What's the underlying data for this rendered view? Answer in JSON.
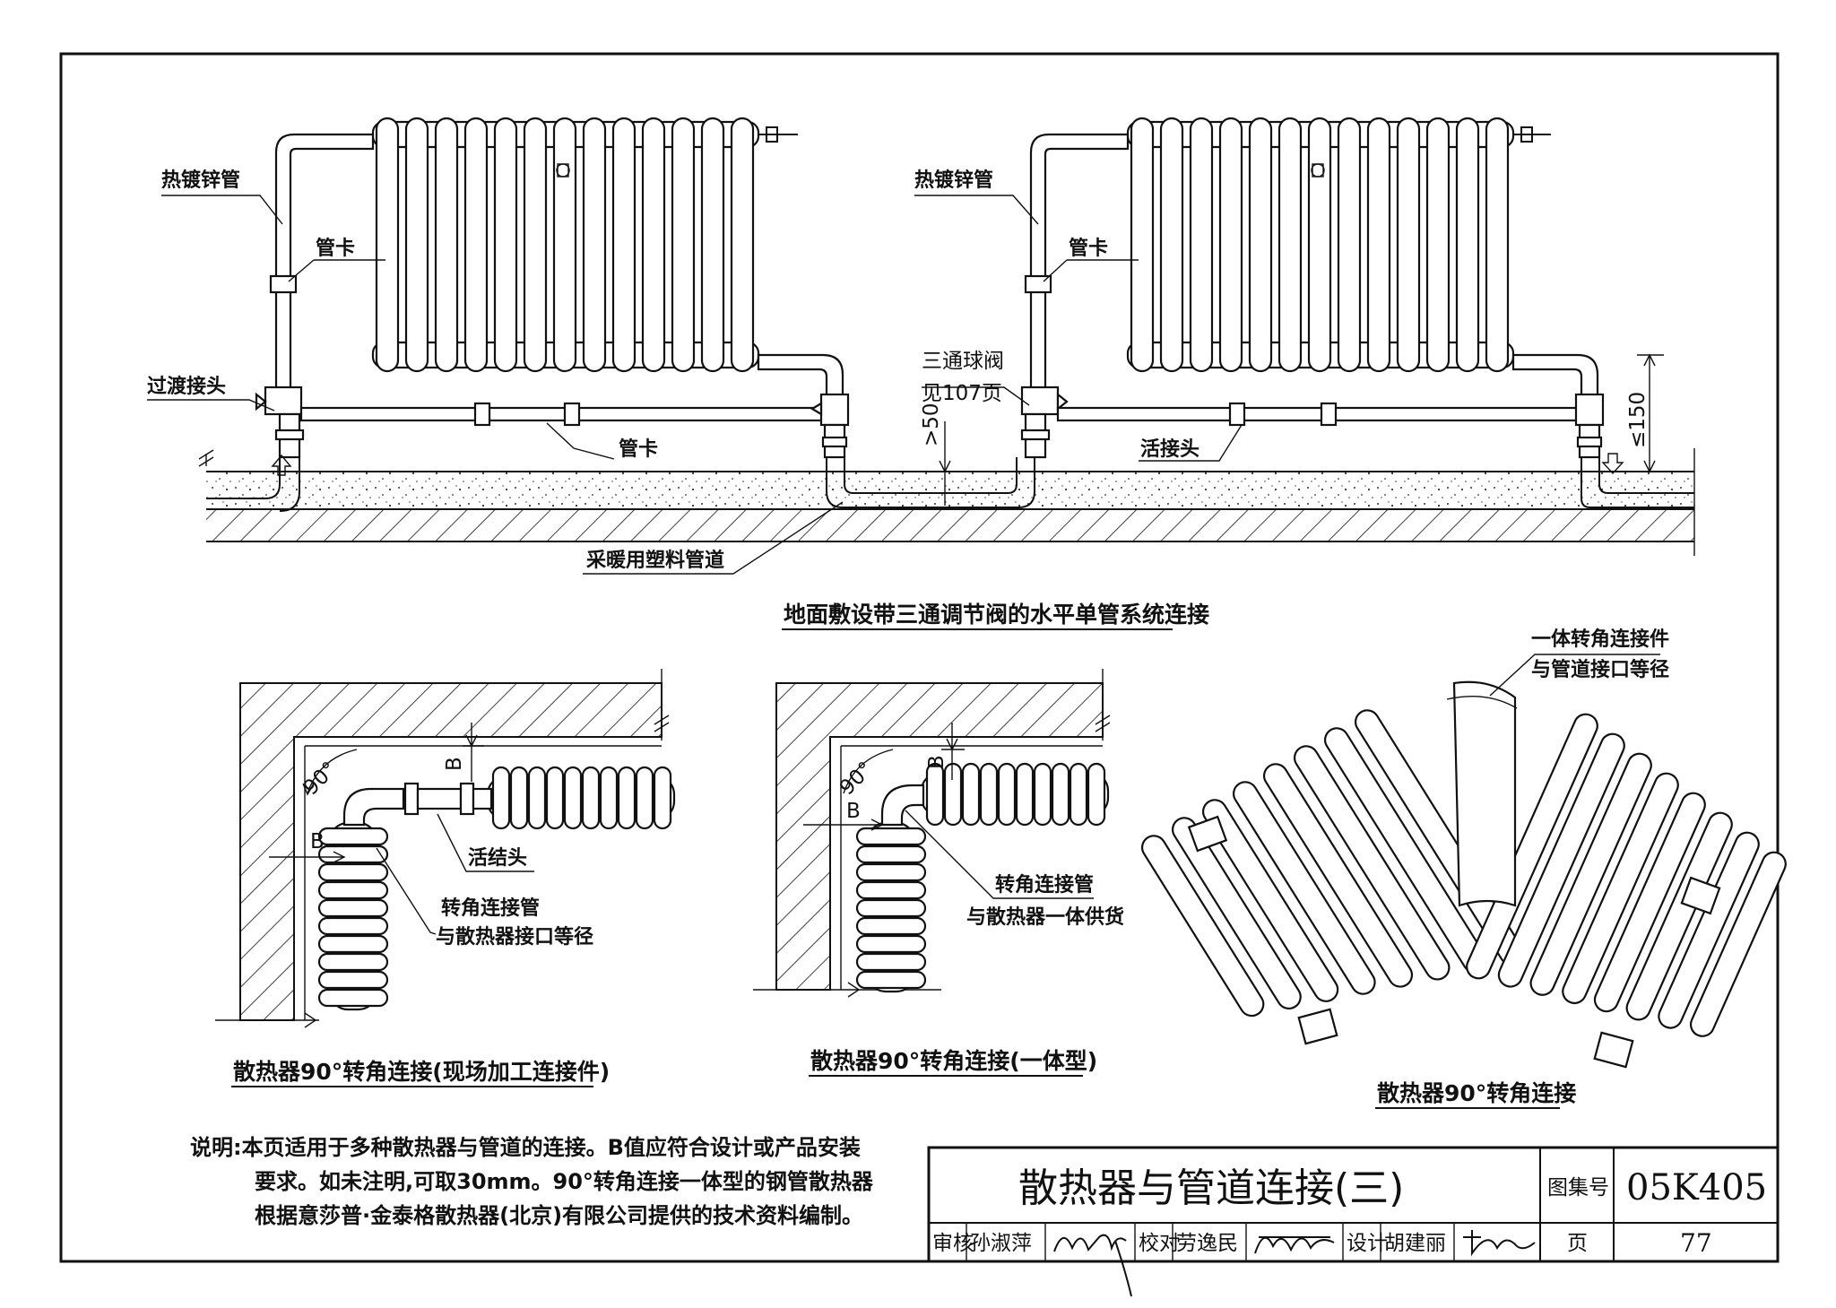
{
  "main_diagram": {
    "labels": {
      "galvanized_pipe_left": "热镀锌管",
      "pipe_clamp_left": "管卡",
      "transition_joint": "过渡接头",
      "pipe_clamp_bottom": "管卡",
      "galvanized_pipe_right": "热镀锌管",
      "pipe_clamp_right": "管卡",
      "three_way_valve": "三通球阀",
      "see_page": "见107页",
      "union": "活接头",
      "plastic_pipe": "采暖用塑料管道",
      "dim_min": ">50",
      "dim_max": "≤150"
    },
    "caption": "地面敷设带三通调节阀的水平单管系统连接"
  },
  "detail_field": {
    "angle": "90°",
    "dim_b_top": "B",
    "dim_b_left": "B",
    "union_label": "活结头",
    "corner_pipe_l1": "转角连接管",
    "corner_pipe_l2": "与散热器接口等径",
    "caption": "散热器90°转角连接(现场加工连接件)"
  },
  "detail_integrated": {
    "angle": "90°",
    "dim_b_top": "B",
    "dim_b_left": "B",
    "corner_pipe_l1": "转角连接管",
    "corner_pipe_l2": "与散热器一体供货",
    "caption": "散热器90°转角连接(一体型)"
  },
  "detail_iso": {
    "part_l1": "一体转角连接件",
    "part_l2": "与管道接口等径",
    "caption": "散热器90°转角连接"
  },
  "notes": {
    "line1": "说明:本页适用于多种散热器与管道的连接。B值应符合设计或产品安装",
    "line2": "要求。如未注明,可取30mm。90°转角连接一体型的钢管散热器",
    "line3": "根据意莎普·金泰格散热器(北京)有限公司提供的技术资料编制。"
  },
  "title_block": {
    "title": "散热器与管道连接(三)",
    "atlas_label": "图集号",
    "atlas_no": "05K405",
    "review_label": "审核",
    "reviewer": "孙淑萍",
    "check_label": "校对",
    "checker": "劳逸民",
    "design_label": "设计",
    "designer": "胡建丽",
    "page_label": "页",
    "page_no": "77"
  }
}
